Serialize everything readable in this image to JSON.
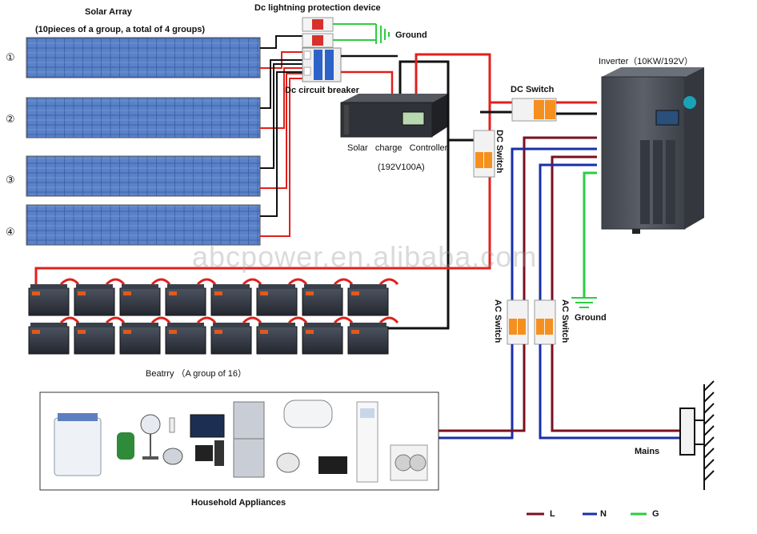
{
  "labels": {
    "solar_array": "Solar Array",
    "solar_array_sub": "(10pieces of a group, a total of 4 groups)",
    "lightning": "Dc lightning protection device",
    "ground_top": "Ground",
    "dc_breaker": "Dc circuit breaker",
    "controller": "Solar   charge   Controller",
    "controller_spec": "(192V100A)",
    "inverter": "Inverter（10KW/192V）",
    "dc_switch_h": "DC Switch",
    "dc_switch_v": "DC Switch",
    "ac_switch_1": "AC Switch",
    "ac_switch_2": "AC Switch",
    "ground_right": "Ground",
    "battery": "Beatrry （A group of 16）",
    "household": "Household Appliances",
    "mains": "Mains",
    "watermark": "abcpower.en.alibaba.com"
  },
  "groups": [
    "①",
    "②",
    "③",
    "④"
  ],
  "legend": [
    {
      "label": "L",
      "color": "#7a1020"
    },
    {
      "label": "N",
      "color": "#1a2fa8"
    },
    {
      "label": "G",
      "color": "#2ecc40"
    }
  ],
  "colors": {
    "line": "#7a1020",
    "neutral": "#1a2fa8",
    "ground": "#2ecc40",
    "red": "#e0201c",
    "panel": "#3b5fa8",
    "battery": "#2e3440",
    "inverter": "#4a4e57"
  },
  "icons": [
    "solar-panel-icon",
    "battery-icon",
    "inverter-icon",
    "controller-icon",
    "switch-icon",
    "ground-icon",
    "appliance-icon",
    "mains-icon"
  ]
}
